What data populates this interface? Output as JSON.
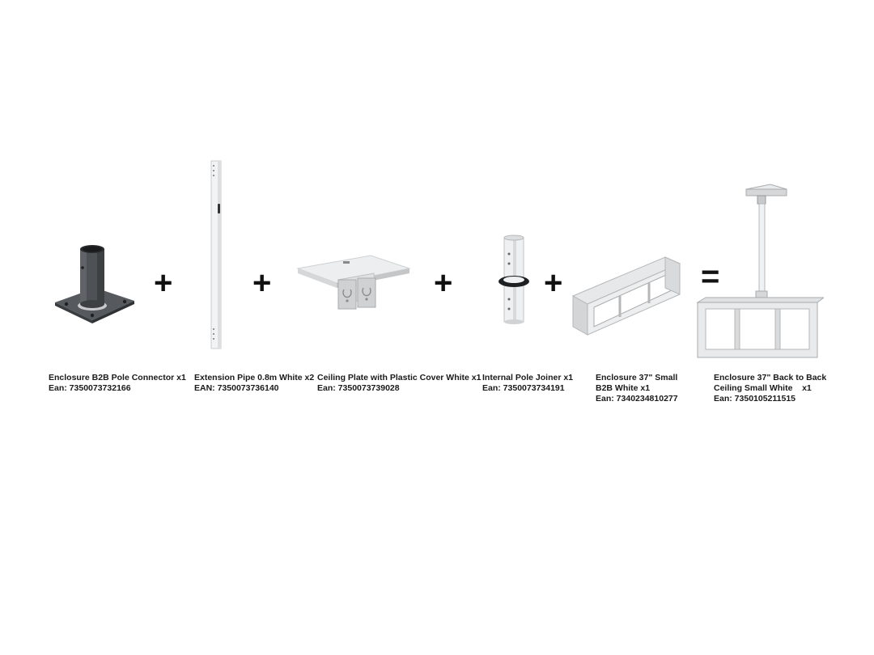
{
  "products": [
    {
      "name": "Enclosure B2B Pole Connector x1",
      "ean": "Ean: 7350073732166",
      "image_icon": "pole-connector-icon"
    },
    {
      "name": "Extension Pipe 0.8m White x2",
      "ean": "EAN:  7350073736140",
      "image_icon": "extension-pipe-icon"
    },
    {
      "name": "Ceiling Plate with Plastic Cover White x1",
      "ean": "Ean: 7350073739028",
      "image_icon": "ceiling-plate-icon"
    },
    {
      "name": "Internal Pole Joiner x1",
      "ean": "Ean: 7350073734191",
      "image_icon": "pole-joiner-icon"
    },
    {
      "name_line1": "Enclosure 37\"  Small",
      "name_line2": "B2B White x1",
      "ean": "Ean: 7340234810277",
      "image_icon": "enclosure-frame-icon"
    }
  ],
  "result": {
    "name_line1": "Enclosure 37\" Back to Back",
    "name_line2": "Ceiling Small White    x1",
    "ean": "Ean: 7350105211515",
    "image_icon": "ceiling-enclosure-assembly-icon"
  },
  "operators": {
    "plus": "+",
    "equals": "="
  },
  "colors": {
    "text": "#1a1a1a",
    "dark_metal": "#4a4d50",
    "white_metal": "#e8eaec"
  }
}
